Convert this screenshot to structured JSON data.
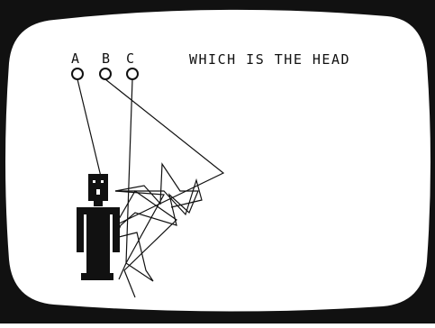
{
  "screen": {
    "question": "WHICH IS THE HEAD",
    "options": [
      {
        "label": "A"
      },
      {
        "label": "B"
      },
      {
        "label": "C"
      }
    ]
  },
  "colors": {
    "screen_background": "#ffffff",
    "bezel": "#111111",
    "ink": "#111111"
  }
}
